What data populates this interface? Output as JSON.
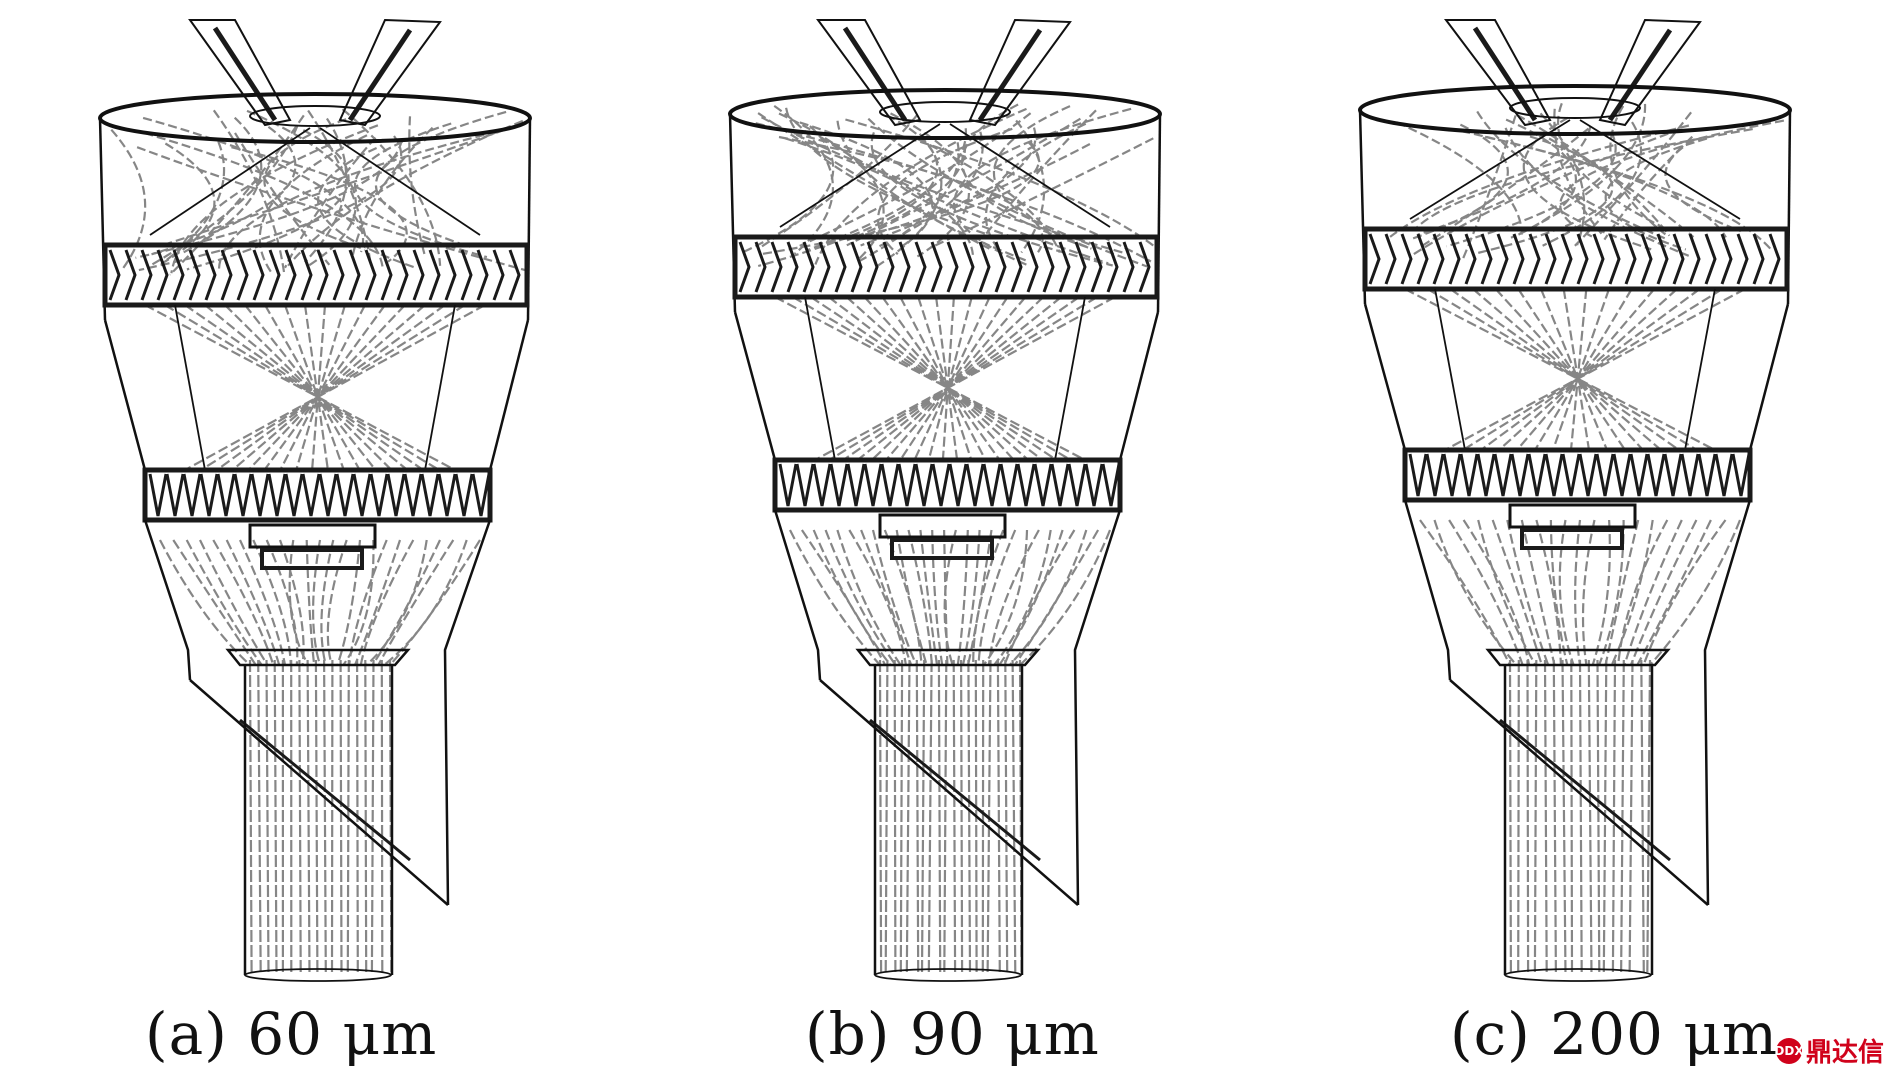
{
  "figure": {
    "panels": [
      {
        "id": "a",
        "caption": "(a) 60 μm",
        "density": 0.85
      },
      {
        "id": "b",
        "caption": "(b) 90 μm",
        "density": 1.0
      },
      {
        "id": "c",
        "caption": "(c) 200 μm",
        "density": 0.75
      }
    ],
    "colors": {
      "outline": "#111111",
      "trajectory": "#7a7a7a",
      "dark_band": "#1a1a1a"
    }
  },
  "watermark": {
    "logo_text": "DDX",
    "text": "鼎达信"
  }
}
